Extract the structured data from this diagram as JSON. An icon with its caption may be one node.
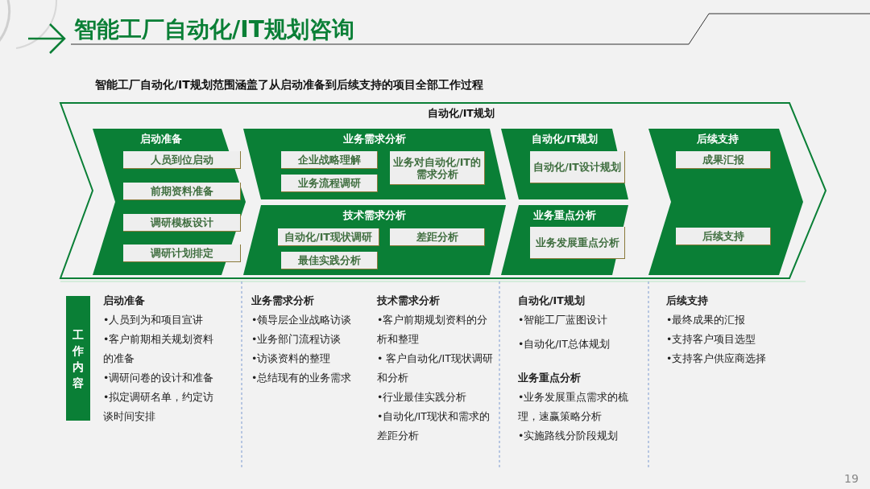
{
  "diagram": {
    "title": "智能工厂自动化/IT规划咨询",
    "nodes": [
      {
        "text": [
          "自动化/IT规划"
        ]
      },
      {
        "text": [
          "启动准备"
        ],
        "in": 0
      },
      {
        "text": [
          "人员到位启动"
        ],
        "in": 1
      },
      {
        "text": [
          "前期资料准备"
        ],
        "in": 1
      },
      {
        "text": [
          "调研模板设计"
        ],
        "in": 1
      },
      {
        "text": [
          "调研计划排定"
        ],
        "in": 1
      },
      {
        "text": [
          "业务需求分析"
        ],
        "in": 0
      },
      {
        "text": [
          "企业战略理解"
        ],
        "in": 6
      },
      {
        "text": [
          "业务流程调研"
        ],
        "in": 6
      },
      {
        "text": [
          "业务对自动化/IT的需求分析"
        ],
        "in": 6
      },
      {
        "text": [
          "技术需求分析"
        ],
        "in": 0
      },
      {
        "text": [
          "自动化/IT现状调研"
        ],
        "in": 10
      },
      {
        "text": [
          "最佳实践分析"
        ],
        "in": 10
      },
      {
        "text": [
          "差距分析"
        ],
        "in": 10
      },
      {
        "text": [
          "自动化/IT规划"
        ],
        "in": 0
      },
      {
        "text": [
          "自动化/IT设计规划"
        ],
        "in": 14
      },
      {
        "text": [
          "业务重点分析"
        ],
        "in": 0
      },
      {
        "text": [
          "业务发展重点分析"
        ],
        "in": 16
      },
      {
        "text": [
          "后续支持"
        ],
        "in": 0
      },
      {
        "text": [
          "成果汇报"
        ],
        "in": 18
      },
      {
        "text": [
          "后续支持"
        ],
        "in": 18
      },
      {
        "text": [
          "工作内容"
        ]
      }
    ],
    "edges": [],
    "labels": [
      "智能工厂自动化/IT规划范围涵盖了从启动准备到后续支持的项目全部工作过程",
      "启动准备",
      "•人员到为和项目宣讲",
      "•客户前期相关规划资料的准备",
      "•调研问卷的设计和准备",
      "•拟定调研名单，约定访谈时间安排",
      "业务需求分析",
      "•领导层企业战略访谈",
      "•业务部门流程访谈",
      "•访谈资料的整理",
      "•总结现有的业务需求",
      "技术需求分析",
      "•客户前期规划资料的分析和整理",
      "• 客户自动化/IT现状调研和分析",
      "•行业最佳实践分析",
      "•自动化/IT现状和需求的差距分析",
      "自动化/IT规划",
      "•智能工厂蓝图设计",
      "•自动化/IT总体规划",
      "业务重点分析",
      "•业务发展重点需求的梳理，速赢策略分析",
      "•实施路线分阶段规划",
      "后续支持",
      "•最终成果的汇报",
      "•支持客户项目选型",
      "•支持客户供应商选择",
      "19"
    ]
  }
}
